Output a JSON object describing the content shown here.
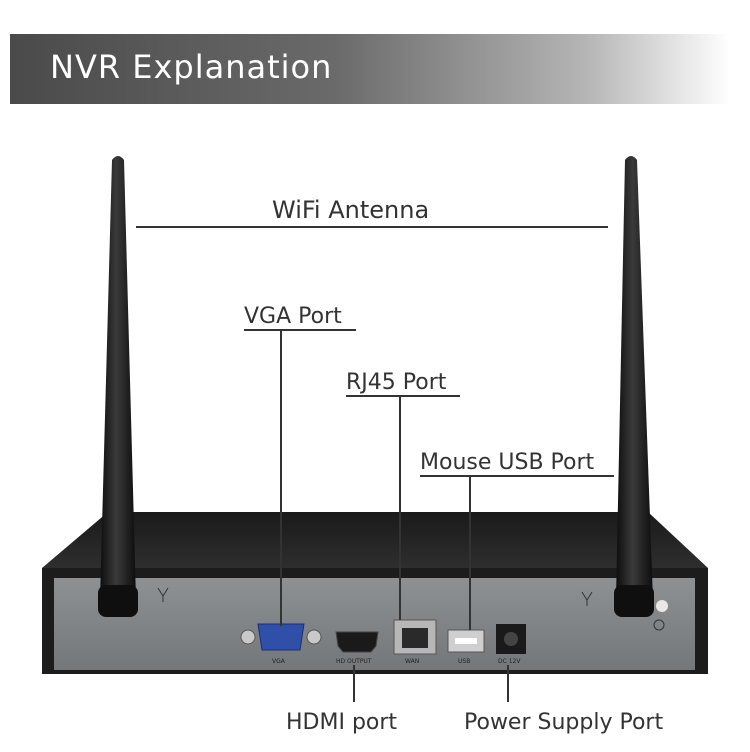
{
  "banner": {
    "title": "NVR Explanation"
  },
  "callouts": {
    "wifi_antenna": "WiFi Antenna",
    "vga_port": "VGA Port",
    "rj45_port": "RJ45 Port",
    "mouse_usb_port": "Mouse USB Port",
    "hdmi_port": "HDMI port",
    "power_supply_port": "Power Supply Port"
  },
  "device_labels": {
    "vga": "VGA",
    "hd_output": "HD OUTPUT",
    "wan": "WAN",
    "usb": "USB",
    "dc": "DC 12V"
  }
}
